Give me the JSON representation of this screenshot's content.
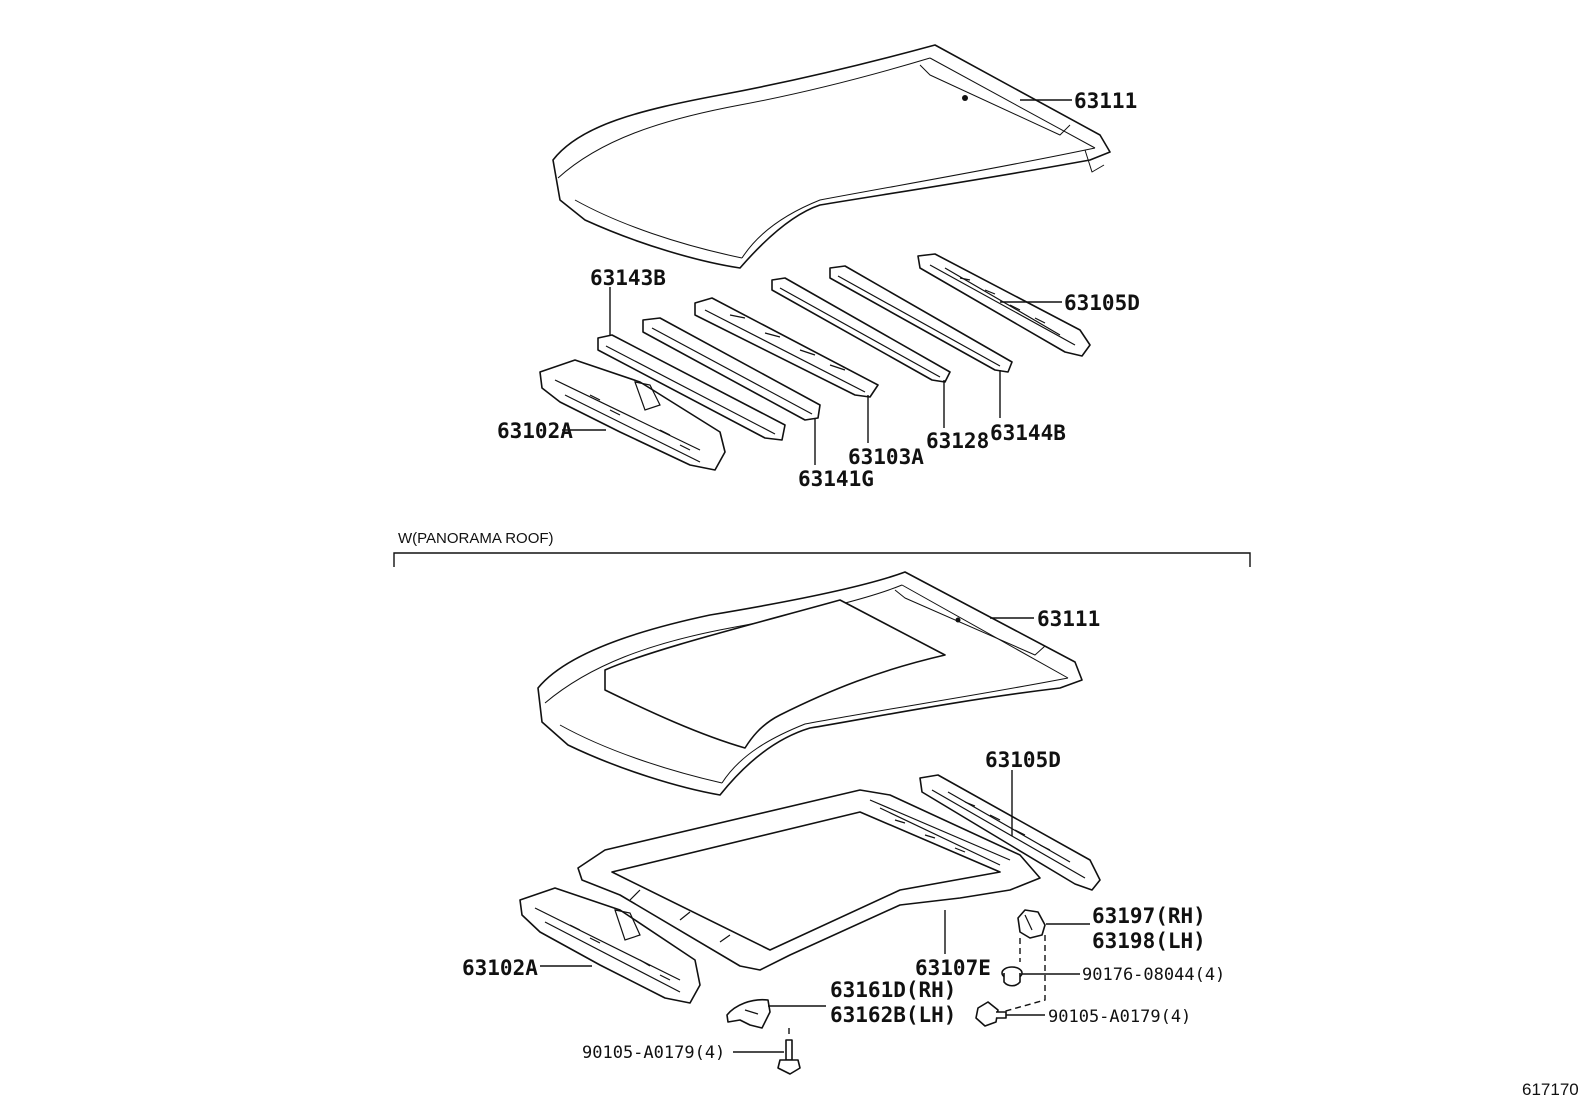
{
  "top_assembly": {
    "labels": {
      "roof_panel": "63111",
      "rear_header_rail": "63105D",
      "side_rail_reinforcement": "63143B",
      "front_header_panel": "63102A",
      "bow_front": "63141G",
      "bow_center": "63103A",
      "bow_rear": "63128",
      "rear_bow_reinforcement": "63144B"
    }
  },
  "panorama_section": {
    "title": "W(PANORAMA ROOF)",
    "labels": {
      "roof_panel": "63111",
      "rear_header_rail": "63105D",
      "roof_frame": "63107E",
      "front_header_panel": "63102A",
      "bracket_rh": "63197(RH)",
      "bracket_lh": "63198(LH)",
      "nut": "90176-08044(4)",
      "bolt_right": "90105-A0179(4)",
      "support_rh": "63161D(RH)",
      "support_lh": "63162B(LH)",
      "bolt_left": "90105-A0179(4)"
    }
  },
  "diagram_ref": "617170"
}
